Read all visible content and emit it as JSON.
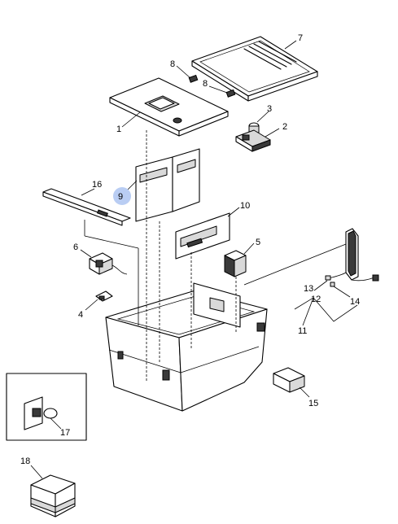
{
  "diagram": {
    "callouts": [
      {
        "id": "1",
        "label": "1"
      },
      {
        "id": "2",
        "label": "2"
      },
      {
        "id": "3",
        "label": "3"
      },
      {
        "id": "4",
        "label": "4"
      },
      {
        "id": "5",
        "label": "5"
      },
      {
        "id": "6",
        "label": "6"
      },
      {
        "id": "7",
        "label": "7"
      },
      {
        "id": "8a",
        "label": "8"
      },
      {
        "id": "8b",
        "label": "8"
      },
      {
        "id": "9",
        "label": "9",
        "highlighted": true
      },
      {
        "id": "10",
        "label": "10"
      },
      {
        "id": "11",
        "label": "11"
      },
      {
        "id": "12",
        "label": "12"
      },
      {
        "id": "13",
        "label": "13"
      },
      {
        "id": "14",
        "label": "14"
      },
      {
        "id": "15",
        "label": "15"
      },
      {
        "id": "16",
        "label": "16"
      },
      {
        "id": "17",
        "label": "17"
      },
      {
        "id": "18",
        "label": "18"
      }
    ],
    "highlight_color": "#b9cdf3",
    "line_color": "#000000"
  }
}
